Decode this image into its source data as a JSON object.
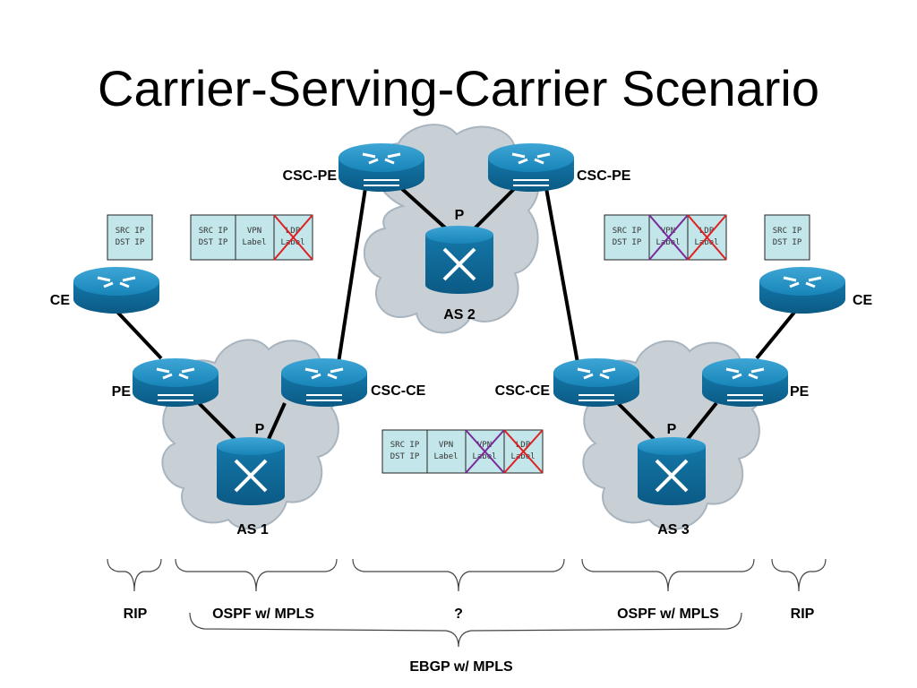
{
  "slide": {
    "title": "Carrier-Serving-Carrier Scenario"
  },
  "labels": {
    "csc_pe_left": "CSC-PE",
    "csc_pe_right": "CSC-PE",
    "p_as2": "P",
    "as2": "AS 2",
    "ce_left": "CE",
    "ce_right": "CE",
    "pe_left": "PE",
    "pe_right": "PE",
    "csc_ce_left": "CSC-CE",
    "csc_ce_right": "CSC-CE",
    "p_as1": "P",
    "p_as3": "P",
    "as1": "AS 1",
    "as3": "AS 3"
  },
  "packets": {
    "src_dst": "SRC IP\nDST IP",
    "vpn_label": "VPN\nLabel",
    "ldp_label": "LDP\nLabel"
  },
  "protocols": {
    "rip_left": "RIP",
    "ospf_left": "OSPF w/ MPLS",
    "middle": "?",
    "ospf_right": "OSPF w/ MPLS",
    "rip_right": "RIP",
    "ebgp": "EBGP w/ MPLS"
  },
  "colors": {
    "router": "#1584b8",
    "router_dark": "#0c5f88",
    "cloud": "#c8d0d6",
    "packet_fill": "#c3e6ea",
    "strike_red": "#e02020",
    "strike_purple": "#7a2a9a"
  }
}
